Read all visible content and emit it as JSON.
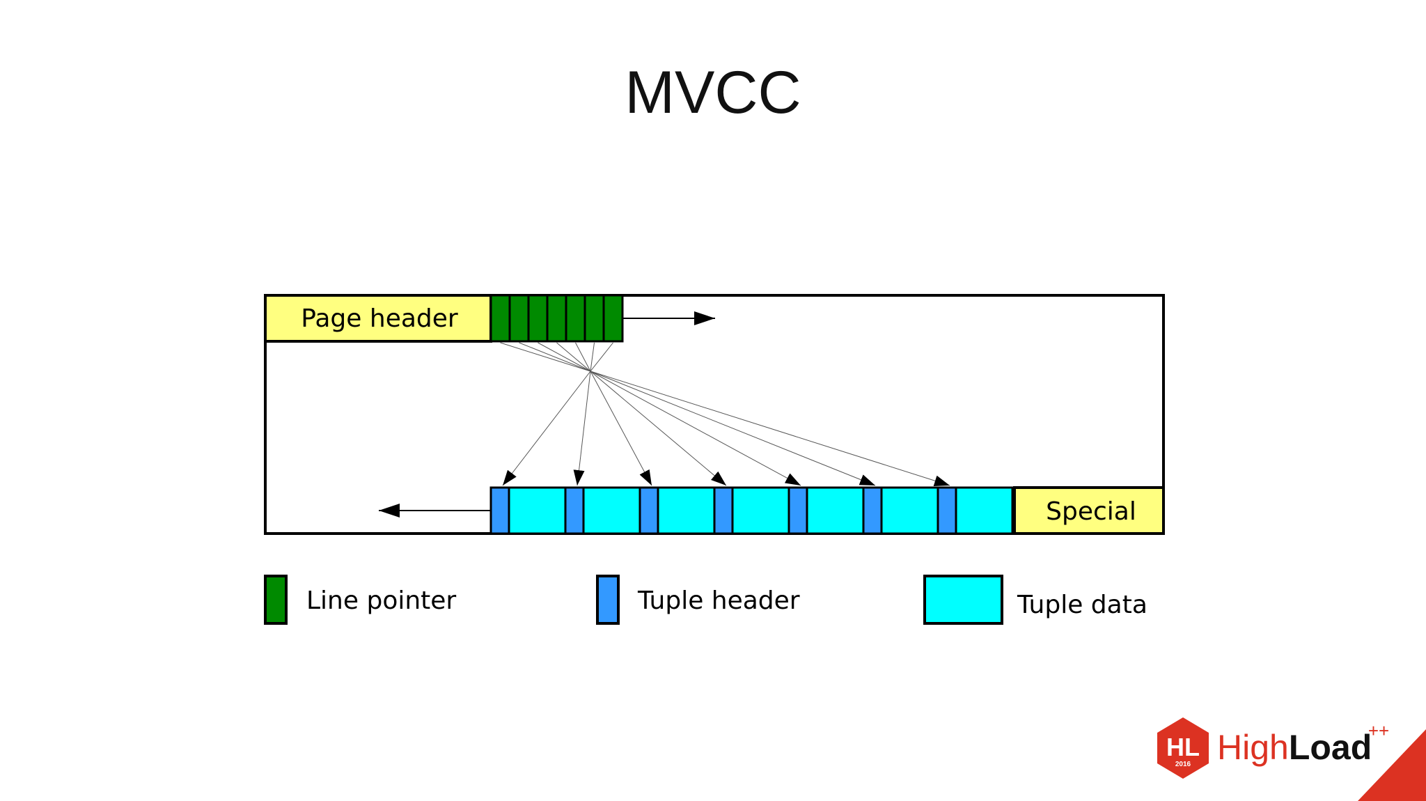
{
  "slide": {
    "title": "MVCC"
  },
  "page_diagram": {
    "page_header_label": "Page header",
    "special_label": "Special",
    "line_pointer_count": 7,
    "tuple_count": 7
  },
  "legend": {
    "line_pointer": "Line pointer",
    "tuple_header": "Tuple header",
    "tuple_data": "Tuple data"
  },
  "logo": {
    "badge_text": "HL",
    "badge_year": "2016",
    "name_part1": "High",
    "name_part2": "Load",
    "superscript": "++"
  },
  "colors": {
    "header_yellow": "#ffff80",
    "line_pointer_green": "#008a00",
    "tuple_header_blue": "#3399ff",
    "tuple_data_cyan": "#00ffff",
    "logo_red": "#dc3222"
  }
}
